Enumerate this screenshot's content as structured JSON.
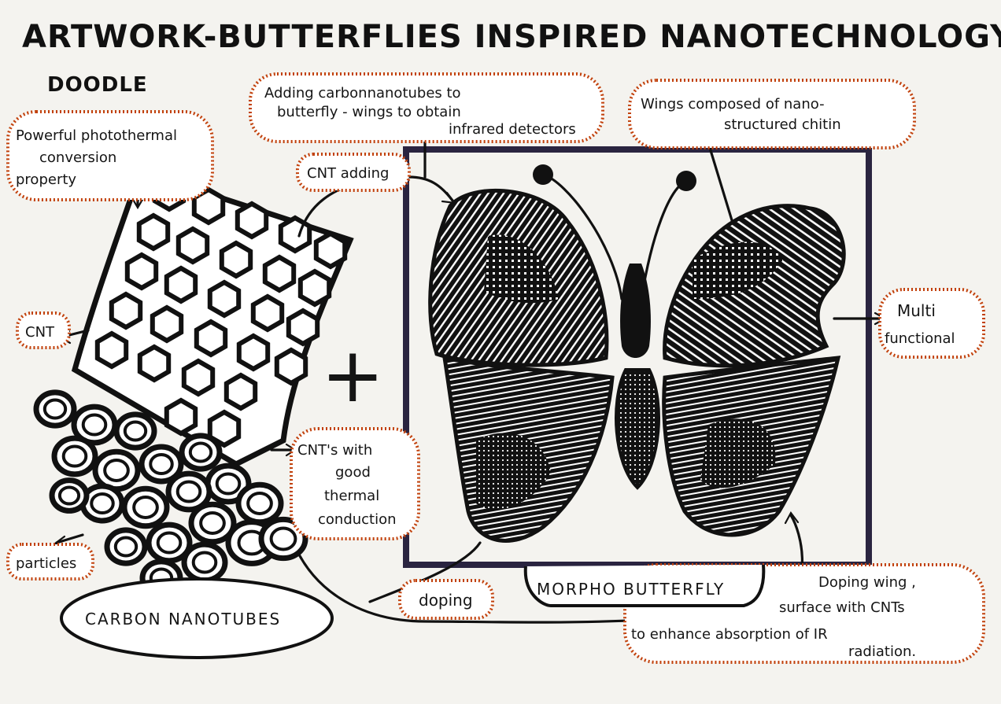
{
  "title": {
    "line1": "ARTWORK-BUTTERFLIES INSPIRED NANOTECHNOLOGY",
    "line2": "DOODLE"
  },
  "callouts": {
    "photothermal": [
      "Powerful photothermal",
      "conversion",
      "property"
    ],
    "cnt_adding_top": [
      "Adding carbonnanotubes to",
      "butterfly - wings to obtain",
      "infrared detectors"
    ],
    "chitin": [
      "Wings composed of nano-",
      "structured chitin"
    ],
    "cnt_adding_small": "CNT adding",
    "cnt_left": "CNT",
    "thermal": [
      "CNT's with",
      "good",
      "thermal",
      "conduction"
    ],
    "multifunctional": [
      "Multi",
      "functional"
    ],
    "particles": "particles",
    "doping_small": "doping",
    "doping_wing": [
      "Doping wing ,",
      "surface with CNTs",
      "to enhance absorption of IR",
      "radiation."
    ]
  },
  "labels": {
    "carbon_nanotubes": "CARBON NANOTUBES",
    "morpho_butterfly": "MORPHO BUTTERFLY",
    "plus": "+"
  },
  "colors": {
    "ink": "#111111",
    "cloud_outline": "#c2410c",
    "paper": "#f4f3ef",
    "frame": "#2a2440"
  }
}
